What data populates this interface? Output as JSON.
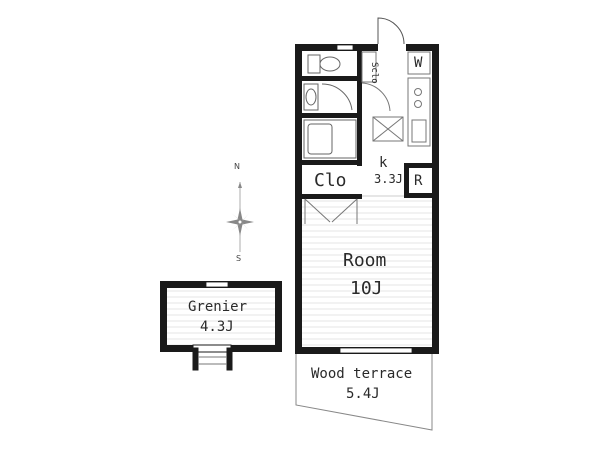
{
  "rooms": {
    "main": {
      "name": "Room",
      "size": "10J"
    },
    "kitchen": {
      "name": "k",
      "size": "3.3J"
    },
    "closet": "Clo",
    "shoe_closet": "Sclo",
    "washer": "W",
    "fridge": "R",
    "grenier": {
      "name": "Grenier",
      "size": "4.3J"
    },
    "terrace": {
      "name": "Wood terrace",
      "size": "5.4J"
    }
  },
  "compass": {
    "north": "N",
    "south": "S"
  }
}
